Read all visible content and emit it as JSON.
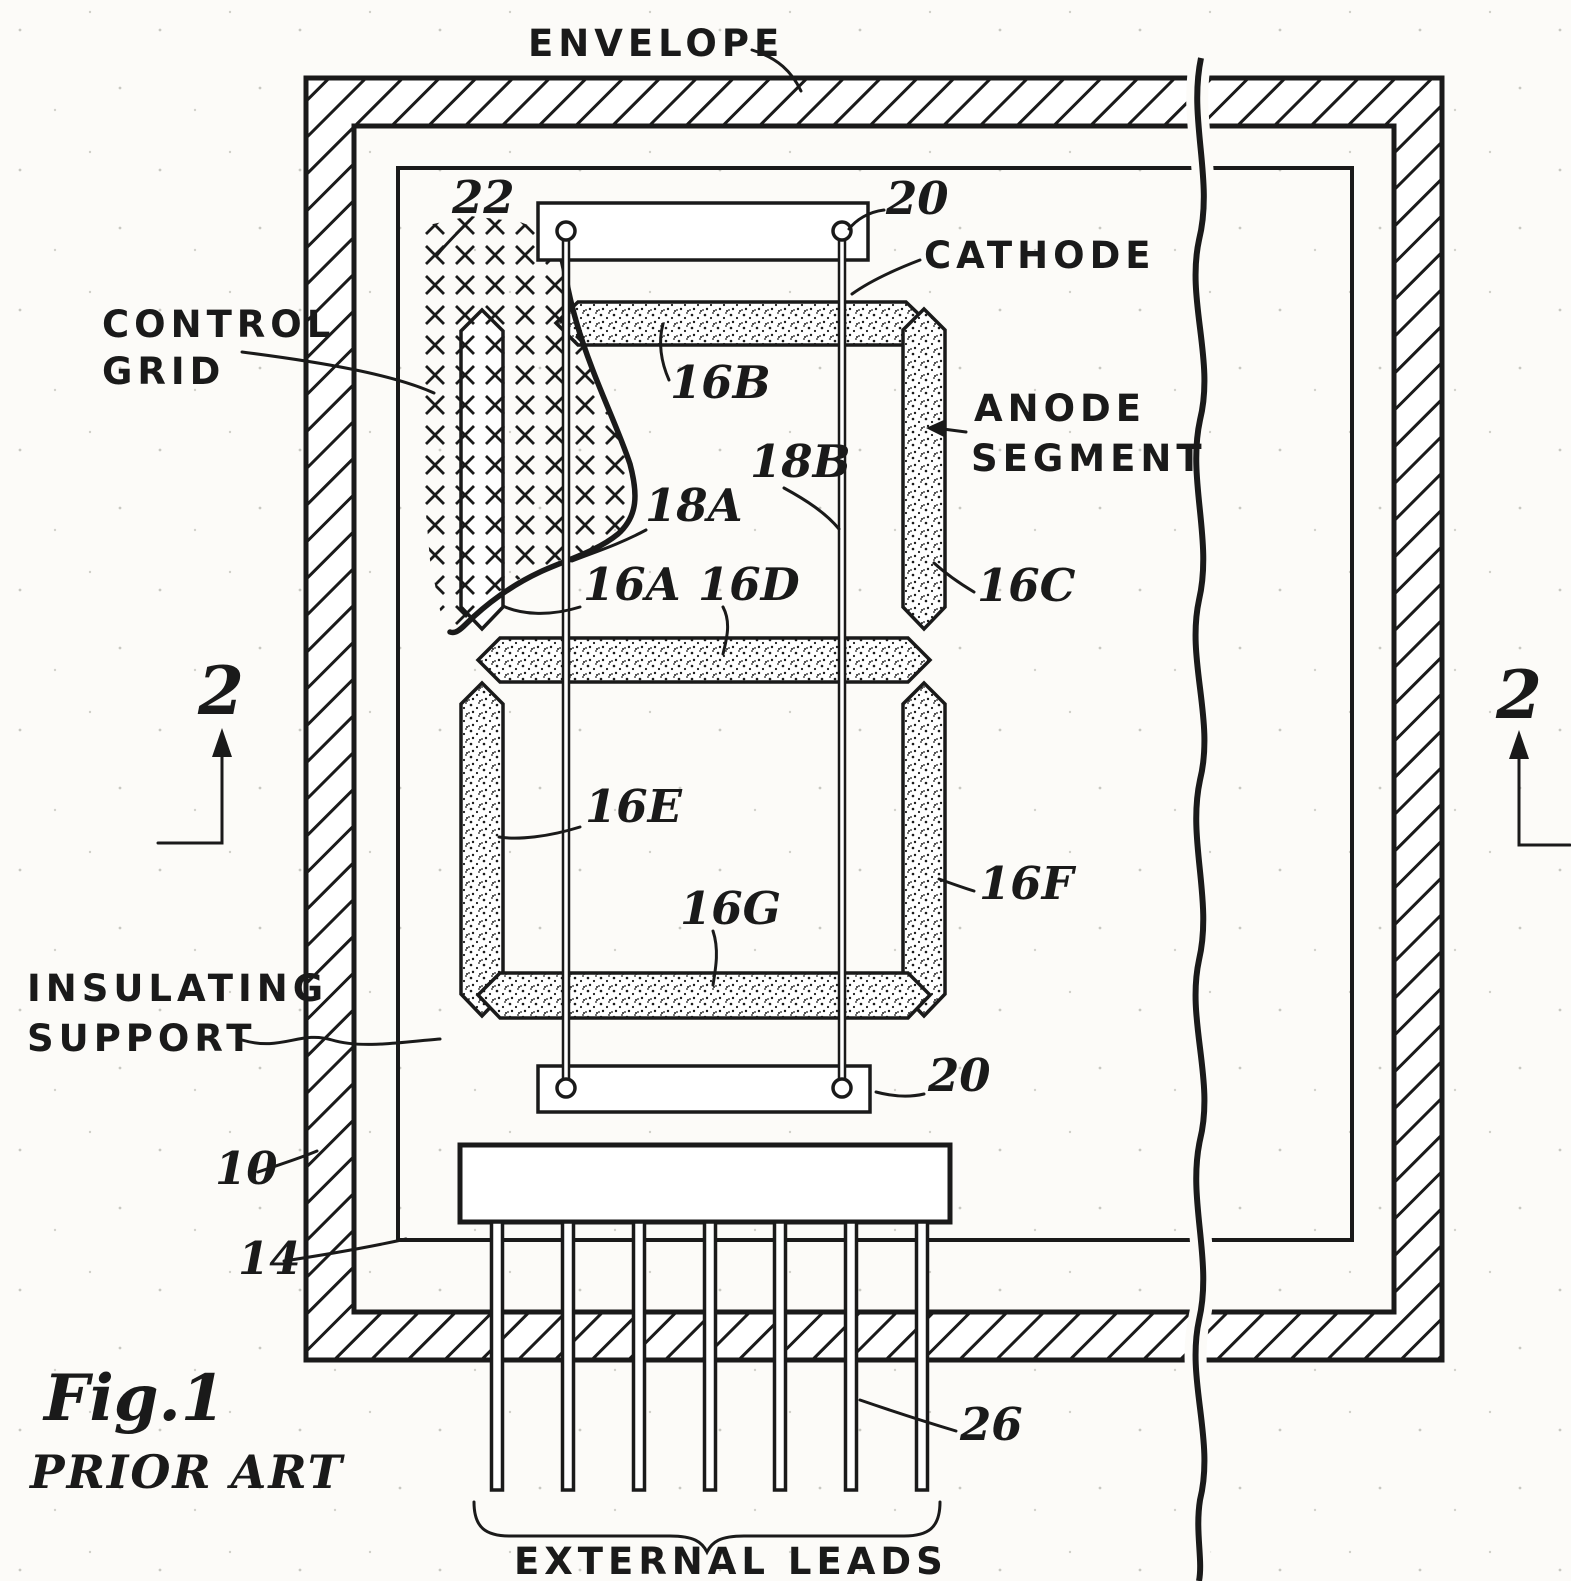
{
  "colors": {
    "ink": "#1a1a1a",
    "paper": "#fcfbf8"
  },
  "caption": {
    "fig": "Fig.1",
    "sub": "PRIOR ART"
  },
  "labels": {
    "envelope": "ENVELOPE",
    "control1": "CONTROL",
    "control2": "GRID",
    "cathode": "CATHODE",
    "anode1": "ANODE",
    "anode2": "SEGMENT",
    "insulating1": "INSULATING",
    "insulating2": "SUPPORT",
    "external_leads": "EXTERNAL LEADS"
  },
  "refs": {
    "r22": "22",
    "r20_top": "20",
    "r20_bottom": "20",
    "r16a": "16A",
    "r16b": "16B",
    "r16c": "16C",
    "r16d": "16D",
    "r16e": "16E",
    "r16f": "16F",
    "r16g": "16G",
    "r18a": "18A",
    "r18b": "18B",
    "r10": "10",
    "r14": "14",
    "r26": "26",
    "section_left": "2",
    "section_right": "2"
  }
}
